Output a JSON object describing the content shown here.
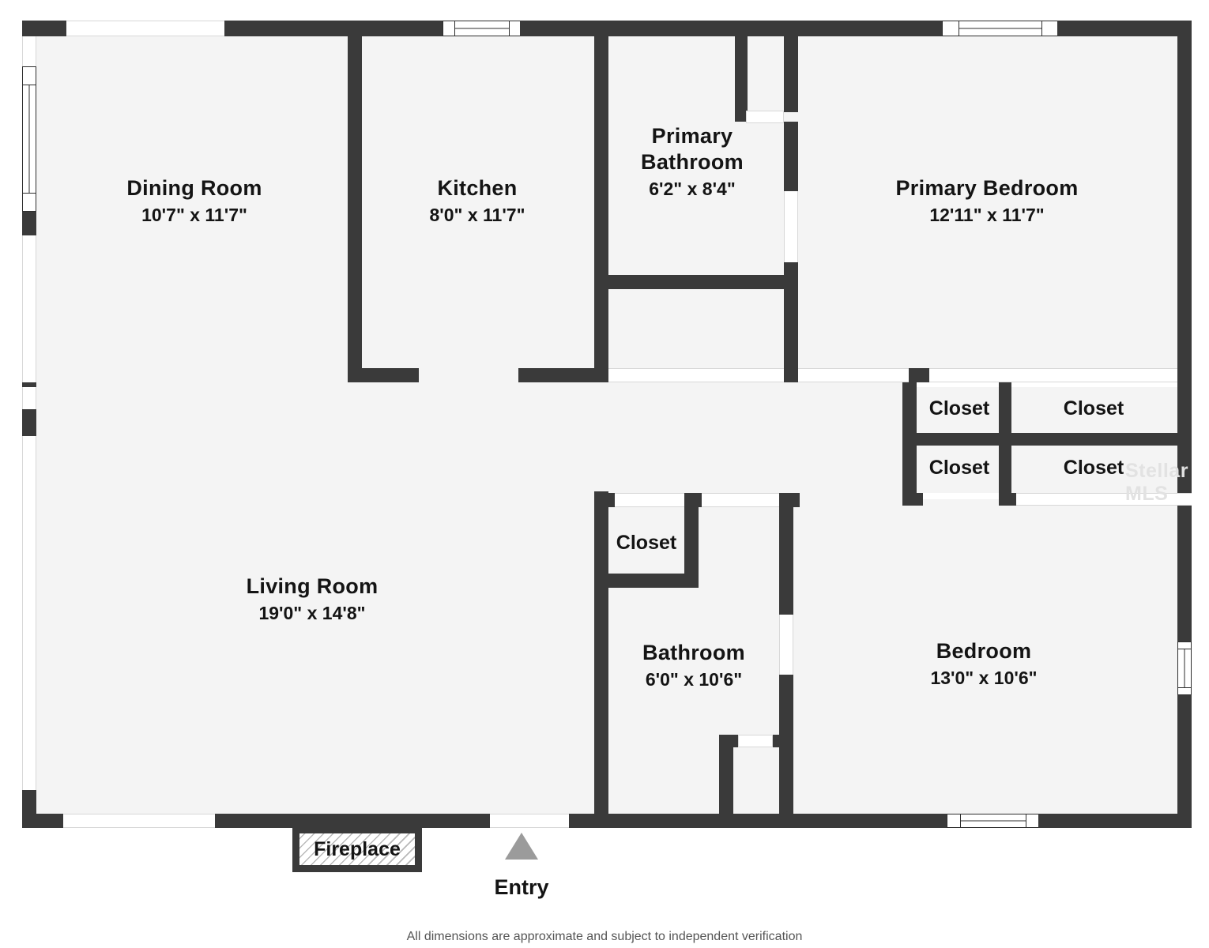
{
  "document": {
    "type": "floor-plan",
    "footer_note": "All dimensions are approximate and subject to independent verification",
    "watermark": "Stellar MLS"
  },
  "rooms": [
    {
      "id": "dining-room",
      "name": "Dining Room",
      "dimensions": "10'7\" x 11'7\""
    },
    {
      "id": "kitchen",
      "name": "Kitchen",
      "dimensions": "8'0\" x 11'7\""
    },
    {
      "id": "primary-bathroom",
      "name": "Primary\nBathroom",
      "dimensions": "6'2\" x 8'4\""
    },
    {
      "id": "primary-bedroom",
      "name": "Primary Bedroom",
      "dimensions": "12'11\" x 11'7\""
    },
    {
      "id": "living-room",
      "name": "Living Room",
      "dimensions": "19'0\" x 14'8\""
    },
    {
      "id": "bathroom",
      "name": "Bathroom",
      "dimensions": "6'0\" x 10'6\""
    },
    {
      "id": "bedroom",
      "name": "Bedroom",
      "dimensions": "13'0\" x 10'6\""
    }
  ],
  "closets": [
    {
      "id": "closet-hall",
      "name": "Closet"
    },
    {
      "id": "closet-upper-left",
      "name": "Closet"
    },
    {
      "id": "closet-upper-right",
      "name": "Closet"
    },
    {
      "id": "closet-lower-left",
      "name": "Closet"
    },
    {
      "id": "closet-lower-right",
      "name": "Closet"
    }
  ],
  "features": {
    "fireplace_label": "Fireplace",
    "entry_label": "Entry"
  },
  "colors": {
    "wall": "#3a3a3a",
    "room_fill": "#f4f4f4",
    "entry_arrow": "#9b9b9b",
    "text": "#141414",
    "watermark": "#e2e2e2"
  }
}
